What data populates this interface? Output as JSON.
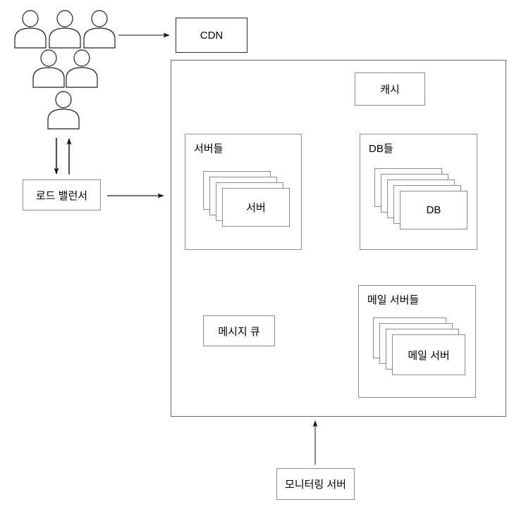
{
  "diagram": {
    "title": "System Architecture Diagram",
    "language": "ko",
    "stroke_color": "#8c8c8c",
    "stroke_color_dark": "#2b2b2b",
    "background": "#ffffff",
    "text_color": "#000000"
  },
  "users": {
    "icon": "user-person-icon",
    "count": 6
  },
  "nodes": {
    "cdn": {
      "label": "CDN"
    },
    "load_balancer": {
      "label": "로드 밸런서"
    },
    "cache": {
      "label": "캐시"
    },
    "message_queue": {
      "label": "메시지 큐"
    },
    "monitoring_server": {
      "label": "모니터링 서버"
    },
    "servers_group": {
      "title": "서버들",
      "item_label": "서버",
      "stack_count": 4
    },
    "db_group": {
      "title": "DB들",
      "item_label": "DB",
      "stack_count": 5
    },
    "mail_servers_group": {
      "title": "메일 서버들",
      "item_label": "메일 서버",
      "stack_count": 4
    }
  },
  "connections": [
    {
      "name": "users-to-cdn",
      "from": "users",
      "to": "cdn",
      "direction": "one-way"
    },
    {
      "name": "users-to-load-balancer",
      "from": "users",
      "to": "load_balancer",
      "direction": "down"
    },
    {
      "name": "load-balancer-to-users",
      "from": "load_balancer",
      "to": "users",
      "direction": "up"
    },
    {
      "name": "load-balancer-to-servers",
      "from": "load_balancer",
      "to": "servers_group",
      "direction": "one-way"
    },
    {
      "name": "servers-to-cache",
      "from": "servers_group",
      "to": "cache",
      "direction": "one-way"
    },
    {
      "name": "servers-to-db",
      "from": "servers_group",
      "to": "db_group",
      "direction": "one-way"
    },
    {
      "name": "servers-to-message-queue",
      "from": "servers_group",
      "to": "message_queue",
      "direction": "one-way"
    },
    {
      "name": "message-queue-to-mail-servers",
      "from": "message_queue",
      "to": "mail_servers_group",
      "direction": "one-way"
    },
    {
      "name": "monitoring-to-datacenter",
      "from": "monitoring_server",
      "to": "datacenter",
      "direction": "one-way"
    }
  ]
}
